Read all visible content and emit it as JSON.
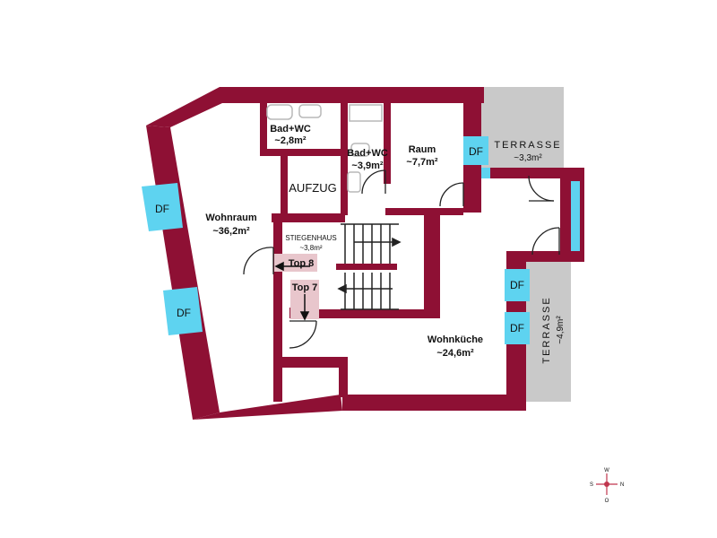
{
  "colors": {
    "wall": "#8e1034",
    "terrace": "#c9c9c9",
    "df": "#5ed3f0",
    "arrow_box": "#e8c6cc",
    "fixture": "#b8b8b8"
  },
  "rooms": {
    "wohnraum": {
      "name": "Wohnraum",
      "area": "~36,2m²"
    },
    "bad1": {
      "name": "Bad+WC",
      "area": "~2,8m²"
    },
    "bad2": {
      "name": "Bad+WC",
      "area": "~3,9m²"
    },
    "raum": {
      "name": "Raum",
      "area": "~7,7m²"
    },
    "wohnkueche": {
      "name": "Wohnküche",
      "area": "~24,6m²"
    },
    "stiegenhaus": {
      "name": "STIEGENHAUS",
      "area": "~3,8m²"
    },
    "aufzug": {
      "name": "AUFZUG"
    }
  },
  "terraces": {
    "top": {
      "name": "TERRASSE",
      "area": "~3,3m²"
    },
    "right": {
      "name": "TERRASSE",
      "area": "~4,9m²"
    }
  },
  "skylights": {
    "label": "DF"
  },
  "units": {
    "top8": "Top 8",
    "top7": "Top 7"
  },
  "compass": {
    "n": "N",
    "s": "S",
    "w": "W",
    "o": "O"
  }
}
